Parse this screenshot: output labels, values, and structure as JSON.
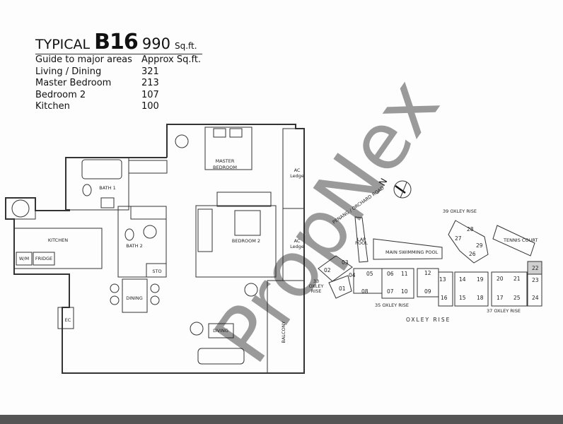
{
  "header": {
    "typical": "TYPICAL",
    "unit_type": "B16",
    "area": "990",
    "area_unit": "Sq.ft."
  },
  "areas_table": {
    "col_area": "Guide to major areas",
    "col_size": "Approx Sq.ft.",
    "rows": [
      {
        "name": "Living / Dining",
        "sqft": "321"
      },
      {
        "name": "Master Bedroom",
        "sqft": "213"
      },
      {
        "name": "Bedroom 2",
        "sqft": "107"
      },
      {
        "name": "Kitchen",
        "sqft": "100"
      }
    ]
  },
  "floor_plan": {
    "master_bedroom_1": "MASTER",
    "master_bedroom_2": "BEDROOM",
    "bath1": "BATH 1",
    "bath2": "BATH 2",
    "kitchen": "KITCHEN",
    "wm": "W/M",
    "fridge": "FRIDGE",
    "bedroom2": "BEDROOM 2",
    "sto": "STO",
    "dining": "DINING",
    "living": "LIVING",
    "ec": "EC",
    "balcony": "BALCONY",
    "ac1": "AC",
    "ledge1": "Ledge",
    "ac2": "AC",
    "ledge2": "Ledge"
  },
  "site_plan": {
    "north": "N",
    "road_penang": "PENANG / ORCHARD ROAD",
    "lap_pool_1": "LAP",
    "lap_pool_2": "POOL",
    "main_pool": "MAIN SWIMMING POOL",
    "tennis": "TENNIS COURT",
    "oxley39": "39 OXLEY RISE",
    "oxley33_1": "33",
    "oxley33_2": "OXLEY",
    "oxley33_3": "RISE",
    "oxley35": "35 OXLEY RISE",
    "oxley37": "37 OXLEY RISE",
    "oxley": "OXLEY RISE",
    "highlighted_unit": "22",
    "units": [
      "01",
      "02",
      "03",
      "04",
      "05",
      "06",
      "07",
      "08",
      "09",
      "10",
      "11",
      "12",
      "13",
      "14",
      "15",
      "16",
      "17",
      "18",
      "19",
      "20",
      "21",
      "22",
      "23",
      "24",
      "25",
      "26",
      "27",
      "28",
      "29"
    ]
  },
  "watermark": {
    "logo": "PropNex"
  }
}
